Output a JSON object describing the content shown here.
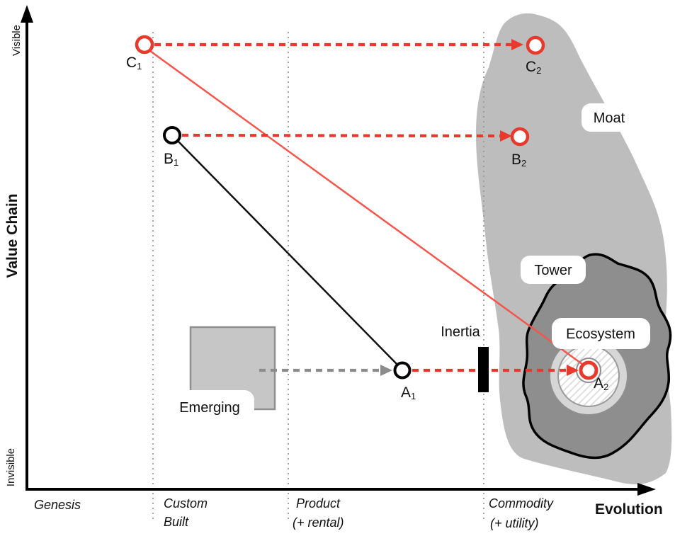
{
  "axes": {
    "y_title": "Value Chain",
    "y_top": "Visible",
    "y_bottom": "Invisible",
    "x_title": "Evolution",
    "stages": {
      "genesis": {
        "line1": "Genesis",
        "line2": ""
      },
      "custom": {
        "line1": "Custom",
        "line2": "Built"
      },
      "product": {
        "line1": "Product",
        "line2": "(+ rental)"
      },
      "commodity": {
        "line1": "Commodity",
        "line2": "(+ utility)"
      }
    }
  },
  "points": {
    "c1": {
      "base": "C",
      "sub": "1"
    },
    "c2": {
      "base": "C",
      "sub": "2"
    },
    "b1": {
      "base": "B",
      "sub": "1"
    },
    "b2": {
      "base": "B",
      "sub": "2"
    },
    "a1": {
      "base": "A",
      "sub": "1"
    },
    "a2": {
      "base": "A",
      "sub": "2"
    }
  },
  "regions": {
    "moat": "Moat",
    "tower": "Tower",
    "ecosystem": "Ecosystem",
    "emerging": "Emerging",
    "inertia": "Inertia"
  },
  "colors": {
    "red": "#e8392c",
    "red_light": "#f4564b",
    "black": "#111111",
    "moat_grey": "#bdbdbd",
    "tower_grey": "#8e8e8e",
    "light_grey": "#d6d6d6",
    "hatch_grey": "#dcdcdc",
    "mid_grey": "#8c8c8c",
    "box_grey": "#c6c6c6",
    "dot_grey": "#9a9a9a"
  }
}
